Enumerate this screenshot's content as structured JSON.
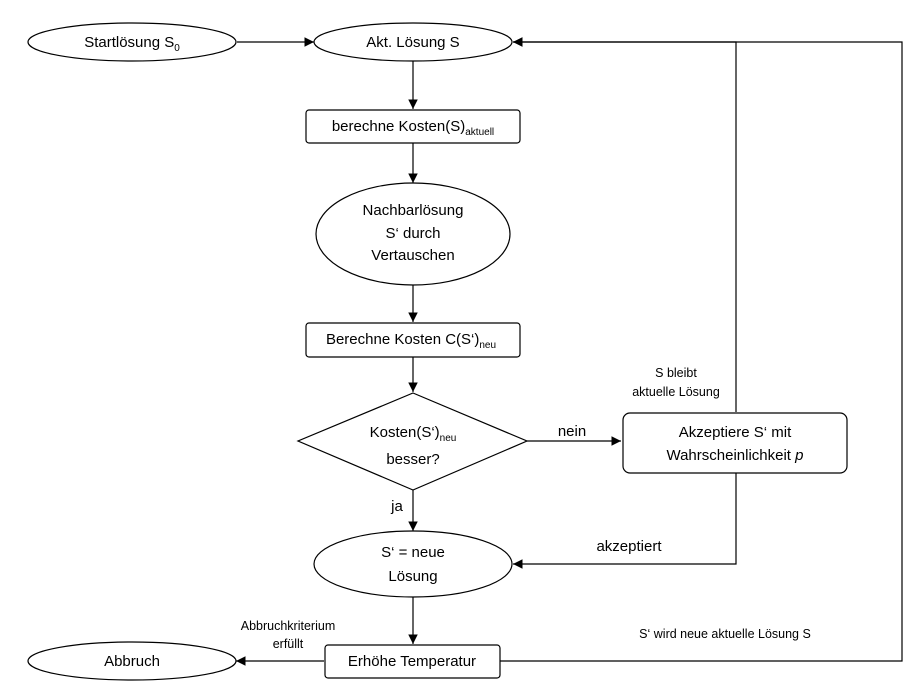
{
  "nodes": {
    "start": {
      "text": "Startlösung S",
      "sub": "0"
    },
    "current": {
      "text": "Akt. Lösung S"
    },
    "cost_current": {
      "text": "berechne Kosten(S)",
      "sub": "aktuell"
    },
    "neighbor": {
      "lines": [
        "Nachbarlösung",
        "S‘ durch",
        "Vertauschen"
      ]
    },
    "cost_new": {
      "text": "Berechne Kosten C(S‘)",
      "sub": "neu"
    },
    "decision": {
      "line1": "Kosten(S‘)",
      "sub": "neu",
      "line2": "besser?"
    },
    "accept_prob": {
      "line1": "Akzeptiere S‘ mit",
      "line2": "Wahrscheinlichkeit ",
      "line2_italic": "p"
    },
    "new_solution": {
      "lines": [
        "S‘ = neue",
        "Lösung"
      ]
    },
    "temperature": {
      "text": "Erhöhe Temperatur"
    },
    "abort": {
      "text": "Abbruch"
    }
  },
  "edge_labels": {
    "no": "nein",
    "yes": "ja",
    "accepted": "akzeptiert",
    "s_stays_1": "S bleibt",
    "s_stays_2": "aktuelle Lösung",
    "abort_1": "Abbruchkriterium",
    "abort_2": "erfüllt",
    "loop": "S‘ wird neue aktuelle Lösung S"
  }
}
